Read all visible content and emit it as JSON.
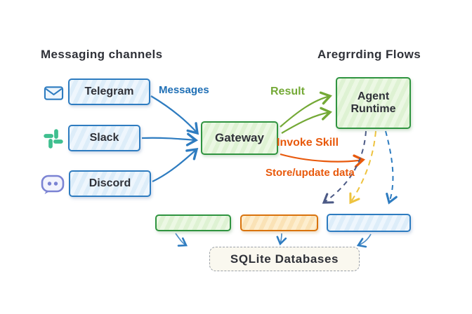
{
  "titles": {
    "left": "Messaging channels",
    "right": "Aregrrding Flows"
  },
  "channels": [
    {
      "label": "Telegram",
      "icon": "envelope-icon"
    },
    {
      "label": "Slack",
      "icon": "slack-icon"
    },
    {
      "label": "Discord",
      "icon": "discord-icon"
    }
  ],
  "nodes": {
    "gateway": "Gateway",
    "agent_runtime": "Agent Runtime",
    "database": "SQLite Databases"
  },
  "edge_labels": {
    "messages": "Messages",
    "result": "Result",
    "invoke_skill": "Invoke Skill",
    "store_update": "Store/update data"
  },
  "palette": {
    "blue_stroke": "#2e7cc0",
    "blue_fill": "#e6f2fc",
    "green_stroke": "#2f9440",
    "green_fill": "#e5f5da",
    "arrow_green": "#74a936",
    "orange_stroke": "#e8590c",
    "orange_fill": "#fbe8c4",
    "dashed_slate": "#4c5a86",
    "dashed_amber": "#eec33f",
    "discord_purple": "#7b83d3",
    "slack_mint": "#3fbf8f",
    "db_fill": "#faf8ef",
    "db_border": "#9aa0a8",
    "ink": "#2f3138"
  }
}
